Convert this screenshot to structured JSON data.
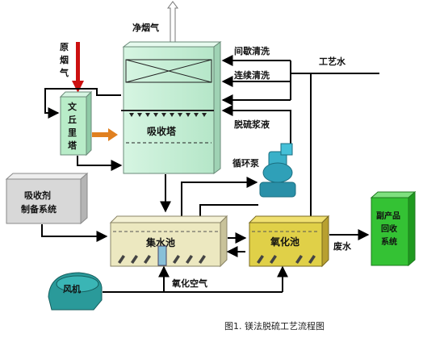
{
  "labels": {
    "clean_gas": "净烟气",
    "raw_gas": [
      "原",
      "烟",
      "气"
    ],
    "intermittent_wash": "间歇清洗",
    "continuous_wash": "连续清洗",
    "process_water": "工艺水",
    "venturi": [
      "文",
      "丘",
      "里",
      "塔"
    ],
    "absorber": "吸收塔",
    "slurry": "脱硫浆液",
    "pump": "循环泵",
    "absorbent_prep": [
      "吸收剂",
      "制备系统"
    ],
    "collection_tank": "集水池",
    "oxidation_tank": "氧化池",
    "wastewater": "废水",
    "byproduct": [
      "副产品",
      "回收",
      "系统"
    ],
    "fan": "风机",
    "oxidation_air": "氧化空气"
  },
  "caption": "图1.  镁法脱硫工艺流程图",
  "colors": {
    "tower": "#c8f0d8",
    "venturi": "#b8ecc8",
    "prep_box": "#d8d8d8",
    "collection_tank": "#ece8c0",
    "oxidation_tank": "#e0d048",
    "byproduct": "#34c234",
    "fan": "#2a9a9a",
    "pump": "#3ab0c8",
    "raw_gas_arrow": "#cc1010",
    "venturi_arrow": "#e08020"
  }
}
